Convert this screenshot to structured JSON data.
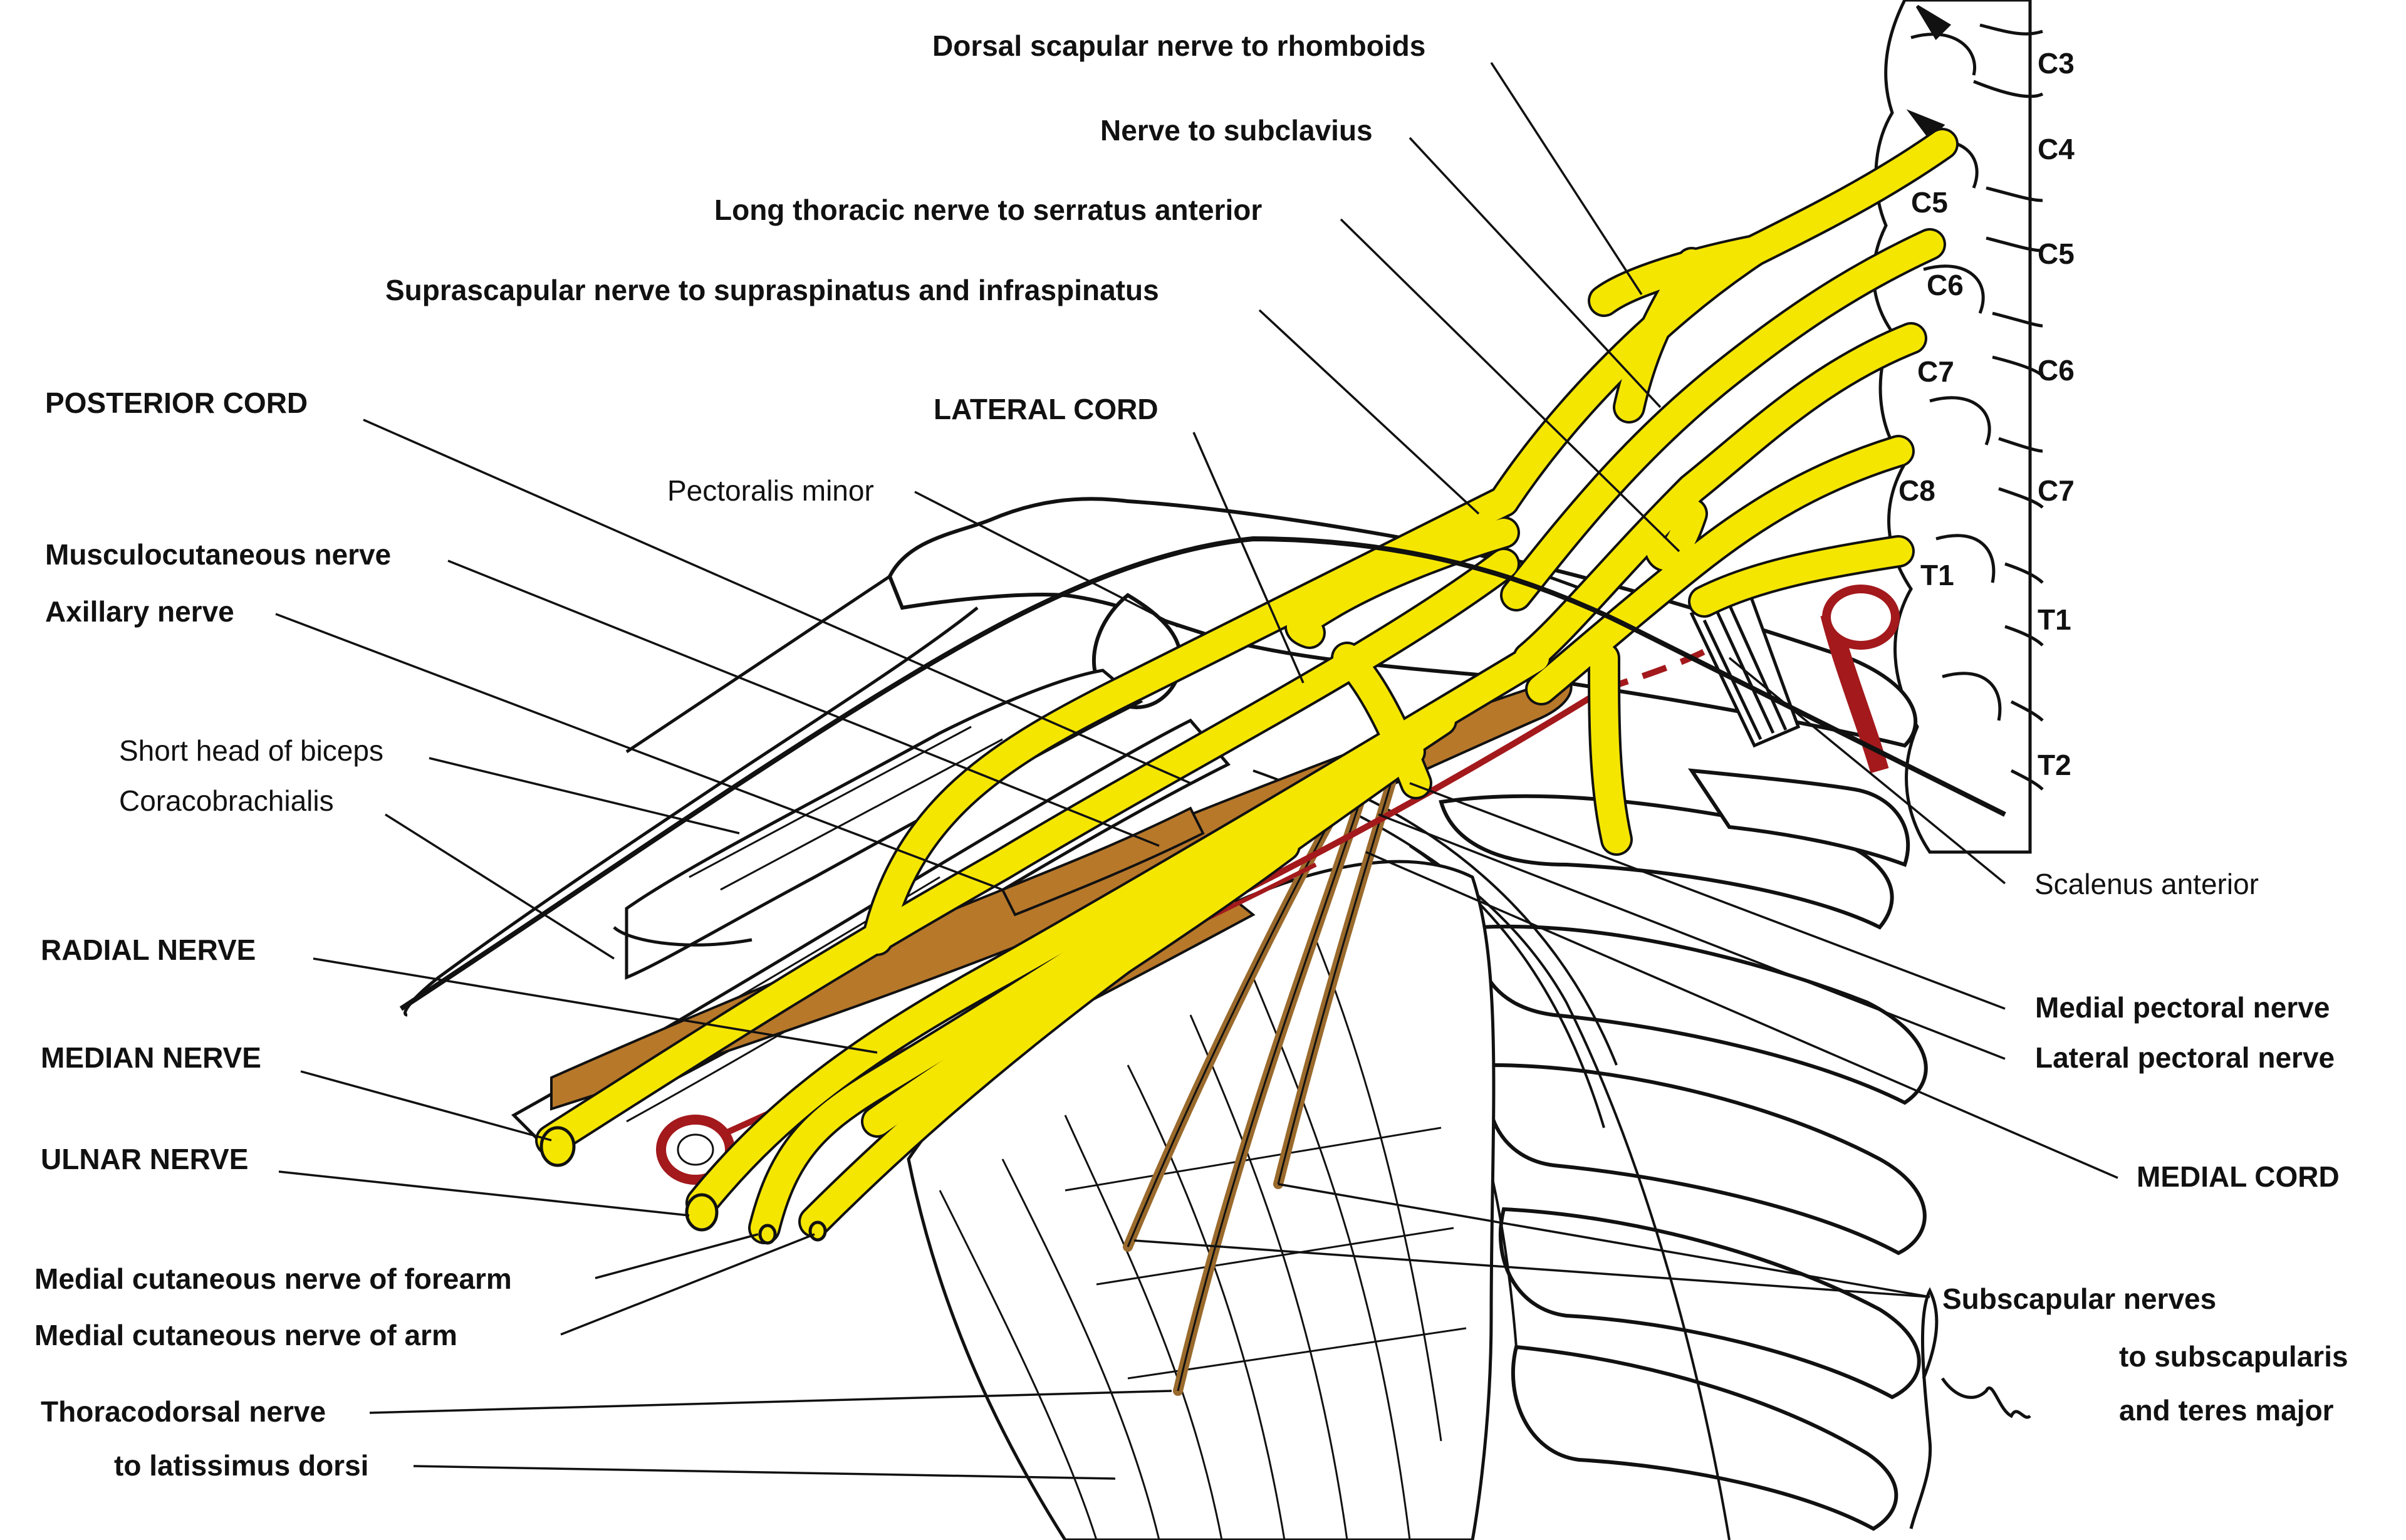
{
  "labels": {
    "dorsal_scapular": "Dorsal scapular nerve to rhomboids",
    "nerve_subclavius": "Nerve to subclavius",
    "long_thoracic": "Long thoracic nerve to serratus anterior",
    "suprascapular": "Suprascapular nerve to supraspinatus and infraspinatus",
    "posterior_cord": "POSTERIOR CORD",
    "lateral_cord": "LATERAL CORD",
    "pectoralis_minor": "Pectoralis minor",
    "musculocutaneous": "Musculocutaneous nerve",
    "axillary": "Axillary nerve",
    "short_head_biceps": "Short head of biceps",
    "coracobrachialis": "Coracobrachialis",
    "radial_nerve": "RADIAL NERVE",
    "median_nerve": "MEDIAN NERVE",
    "ulnar_nerve": "ULNAR NERVE",
    "med_cut_forearm": "Medial cutaneous nerve of forearm",
    "med_cut_arm": "Medial cutaneous nerve of arm",
    "thoracodorsal_1": "Thoracodorsal nerve",
    "thoracodorsal_2": "to latissimus dorsi",
    "scalenus_anterior": "Scalenus anterior",
    "medial_pectoral": "Medial pectoral nerve",
    "lateral_pectoral": "Lateral pectoral nerve",
    "medial_cord": "MEDIAL CORD",
    "subscapular_1": "Subscapular nerves",
    "subscapular_2": "to subscapularis",
    "subscapular_3": "and teres major"
  },
  "vertebrae": {
    "outer": [
      "C3",
      "C4",
      "C5",
      "C6",
      "C7",
      "T1",
      "T2"
    ],
    "roots": [
      "C5",
      "C6",
      "C7",
      "C8",
      "T1"
    ]
  },
  "colors": {
    "nerve_yellow": "#f5e600",
    "posterior_brown": "#b8782a",
    "artery_red": "#a3191c",
    "subscapular_brown": "#9a6a2c",
    "line_black": "#111111"
  }
}
